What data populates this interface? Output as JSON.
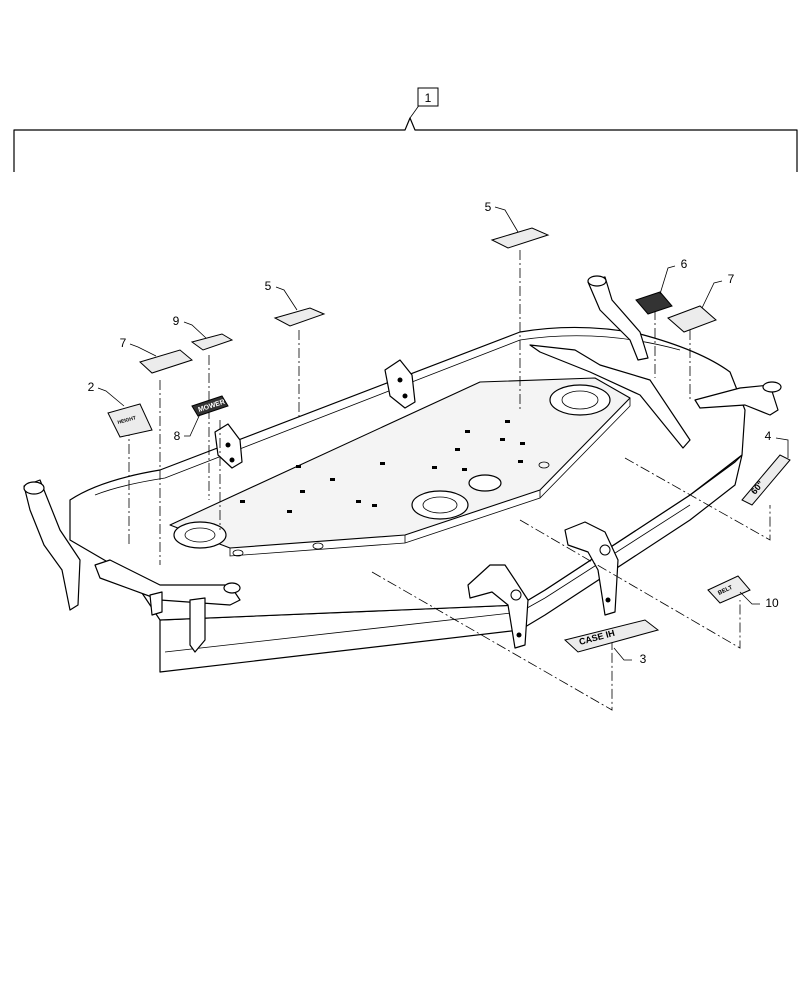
{
  "assembly_callout": "1",
  "callouts": [
    {
      "id": "c2",
      "label": "2"
    },
    {
      "id": "c3",
      "label": "3"
    },
    {
      "id": "c4",
      "label": "4"
    },
    {
      "id": "c5a",
      "label": "5"
    },
    {
      "id": "c5b",
      "label": "5"
    },
    {
      "id": "c6",
      "label": "6"
    },
    {
      "id": "c7a",
      "label": "7"
    },
    {
      "id": "c7b",
      "label": "7"
    },
    {
      "id": "c8",
      "label": "8"
    },
    {
      "id": "c9",
      "label": "9"
    },
    {
      "id": "c10",
      "label": "10"
    }
  ],
  "decal_text": {
    "case_ih": "CASE IH",
    "belt": "BELT",
    "mower_brand": "MOWER",
    "height": "HEIGHT",
    "deck_size": "60\""
  }
}
